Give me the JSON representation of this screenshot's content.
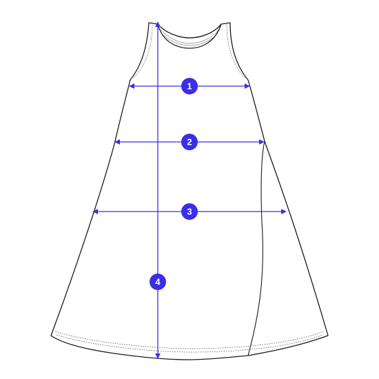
{
  "colors": {
    "measure_accent": "#3a2ee6",
    "badge_text": "#ffffff",
    "garment_outline": "#1a1a1a",
    "background": "#ffffff"
  },
  "measurements": [
    {
      "label": "1",
      "orientation": "horizontal"
    },
    {
      "label": "2",
      "orientation": "horizontal"
    },
    {
      "label": "3",
      "orientation": "horizontal"
    },
    {
      "label": "4",
      "orientation": "vertical"
    }
  ]
}
